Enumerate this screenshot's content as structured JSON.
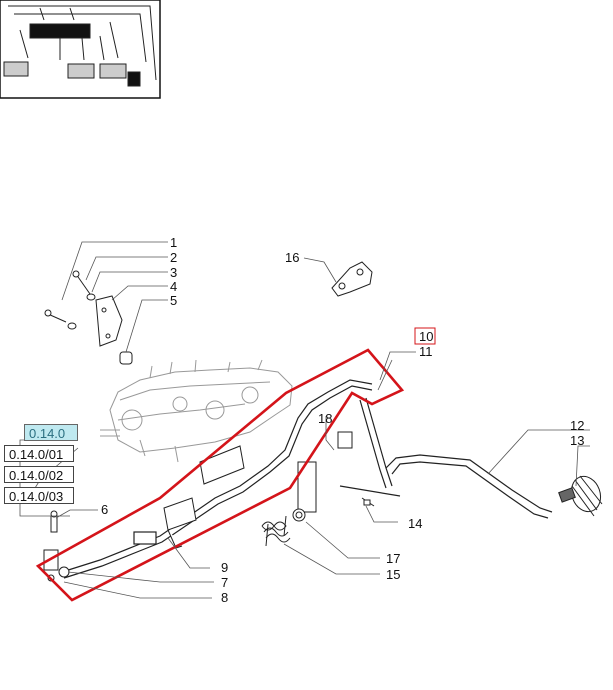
{
  "callouts": {
    "c1": "1",
    "c2": "2",
    "c3": "3",
    "c4": "4",
    "c5": "5",
    "c6": "6",
    "c7": "7",
    "c8": "8",
    "c9": "9",
    "c10": "10",
    "c11": "11",
    "c12": "12",
    "c13": "13",
    "c14": "14",
    "c15": "15",
    "c16": "16",
    "c17": "17",
    "c18": "18"
  },
  "references": {
    "active": "0.14.0",
    "items": [
      "0.14.0/01",
      "0.14.0/02",
      "0.14.0/03"
    ]
  },
  "colors": {
    "highlight": "#d4141a",
    "active_ref_bg": "#bfe9f0",
    "line": "#222222"
  }
}
